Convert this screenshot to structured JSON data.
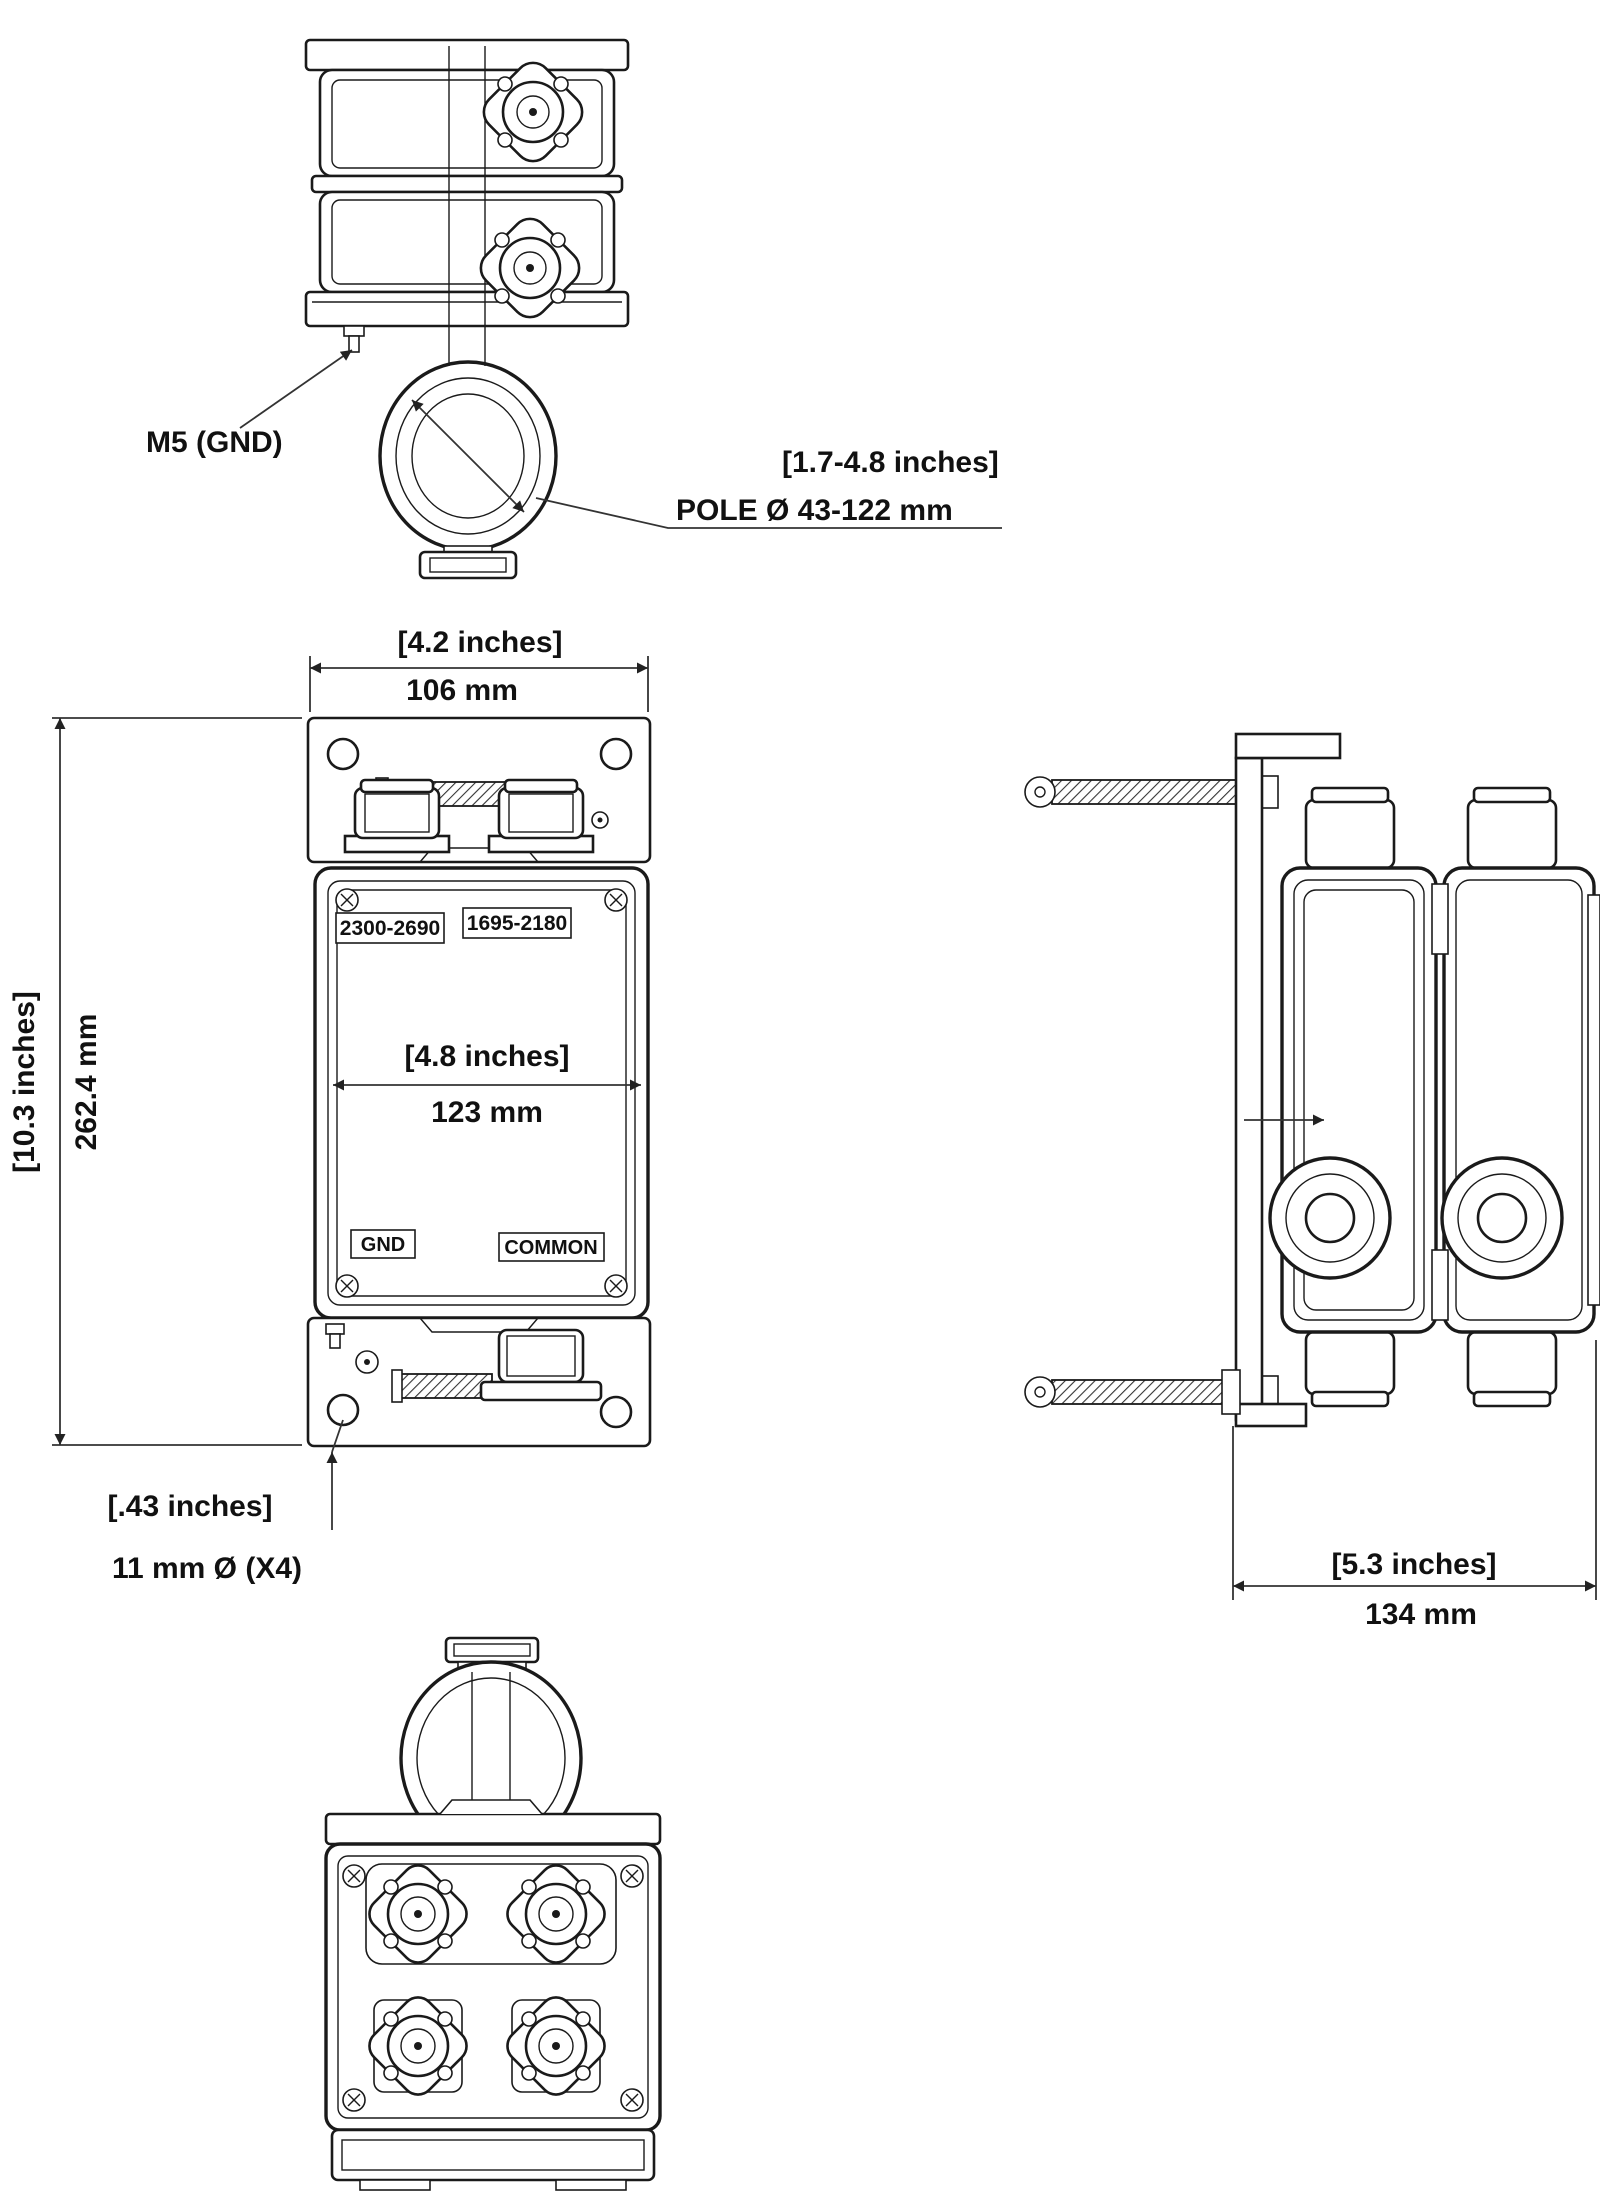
{
  "page": {
    "background": "#ffffff",
    "line_color": "#1a1a1a"
  },
  "top_view": {
    "m5_gnd": "M5 (GND)",
    "pole_range_inches": "[1.7-4.8 inches]",
    "pole_range_mm": "POLE Ø 43-122 mm"
  },
  "front_view": {
    "width_inches": "[4.2 inches]",
    "width_mm": "106 mm",
    "height_inches": "[10.3 inches]",
    "height_mm": "262.4 mm",
    "band_left": "2300-2690",
    "band_right": "1695-2180",
    "inner_width_inches": "[4.8 inches]",
    "inner_width_mm": "123 mm",
    "gnd": "GND",
    "common": "COMMON",
    "hole_inches": "[.43 inches]",
    "hole_mm": "11 mm Ø (X4)"
  },
  "side_view": {
    "depth_inches": "[5.3 inches]",
    "depth_mm": "134 mm"
  }
}
